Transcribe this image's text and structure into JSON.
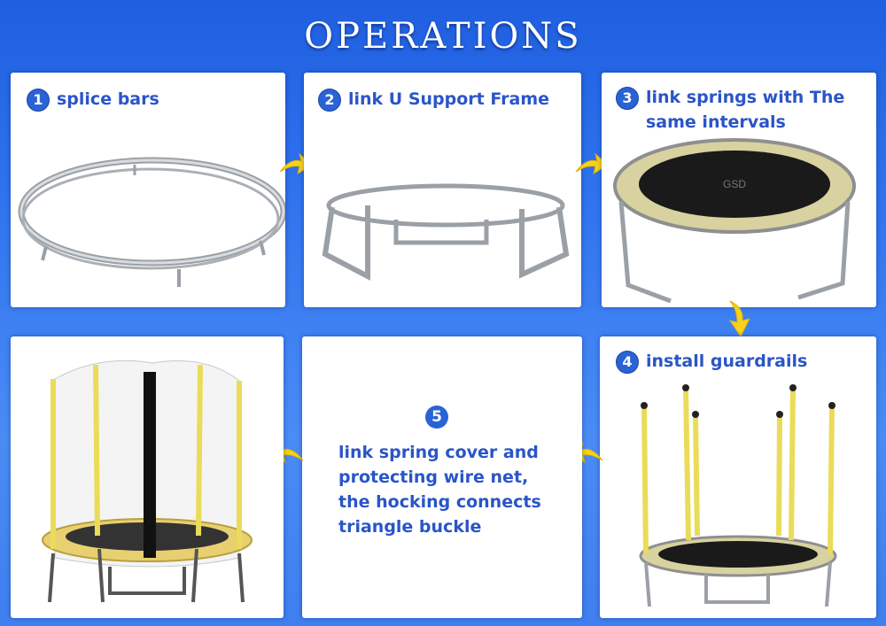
{
  "title": "OPERATIONS",
  "steps": [
    {
      "num": "1",
      "label": "splice bars"
    },
    {
      "num": "2",
      "label": "link U Support Frame"
    },
    {
      "num": "3",
      "label_line1": "link springs with The",
      "label_line2": "same intervals"
    },
    {
      "num": "4",
      "label": "install guardrails"
    },
    {
      "num": "5",
      "lines": [
        "link spring cover and",
        "protecting wire net,",
        "the hocking connects",
        "triangle buckle"
      ]
    }
  ],
  "brand_mark": "GSD",
  "colors": {
    "background": "#2f72ee",
    "accent": "#2a55c8",
    "arrow": "#f6d21c",
    "frame": "#b9bec4",
    "net_pole": "#f0e27a"
  }
}
